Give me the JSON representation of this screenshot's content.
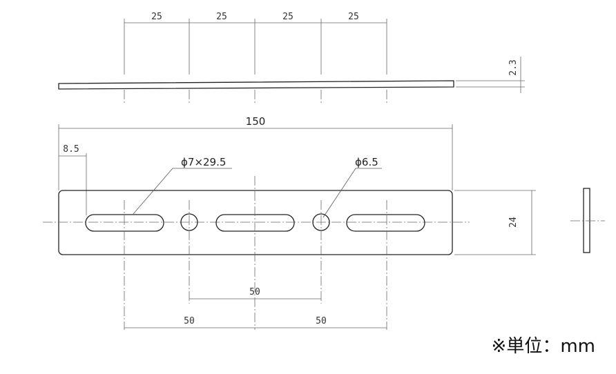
{
  "top_view": {
    "pitch_labels": [
      "25",
      "25",
      "25",
      "25"
    ],
    "thickness_label": "2.3"
  },
  "front_view": {
    "overall_length_label": "150",
    "edge_offset_label": "8.5",
    "slot_callout": "ϕ7×29.5",
    "hole_callout": "ϕ6.5",
    "width_label": "24",
    "hole_spacing_label": "50",
    "slot_spacing_labels": [
      "50",
      "50"
    ]
  },
  "unit_note": "※単位：mm"
}
